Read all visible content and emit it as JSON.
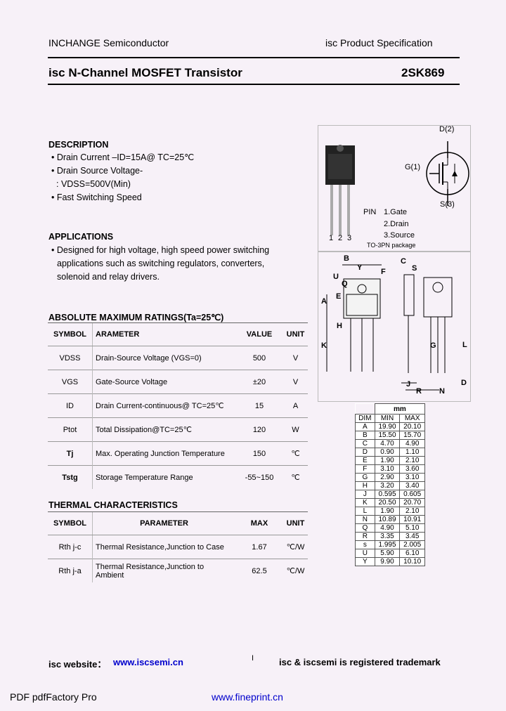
{
  "header": {
    "company": "INCHANGE Semiconductor",
    "spec": "isc Product Specification",
    "title": "isc N-Channel MOSFET Transistor",
    "part": "2SK869"
  },
  "description": {
    "heading": "DESCRIPTION",
    "items": [
      "• Drain Current –ID=15A@ TC=25℃",
      "• Drain Source Voltage-",
      ": VDSS=500V(Min)",
      "• Fast Switching Speed"
    ]
  },
  "applications": {
    "heading": "APPLICATIONS",
    "lines": [
      "• Designed for high voltage, high speed power switching",
      "applications such as switching regulators, converters,",
      "solenoid and relay drivers."
    ]
  },
  "package": {
    "pins": [
      "1",
      "2",
      "3"
    ],
    "pin_label": "PIN",
    "pin_list": [
      "1.Gate",
      "2.Drain",
      "3.Source"
    ],
    "package_name": "TO-3PN package",
    "schematic": {
      "drain": "D(2)",
      "gate": "G(1)",
      "source": "S(3)"
    },
    "drawing_labels": [
      "B",
      "Y",
      "F",
      "C",
      "S",
      "U",
      "Q",
      "E",
      "A",
      "H",
      "K",
      "G",
      "L",
      "J",
      "R",
      "N",
      "D"
    ]
  },
  "abs_max": {
    "heading": "ABSOLUTE MAXIMUM RATINGS(Ta=25℃)",
    "columns": [
      "SYMBOL",
      "ARAMETER",
      "VALUE",
      "UNIT"
    ],
    "rows": [
      {
        "symbol": "VDSS",
        "parameter": "Drain-Source Voltage (VGS=0)",
        "value": "500",
        "unit": "V"
      },
      {
        "symbol": "VGS",
        "parameter": "Gate-Source Voltage",
        "value": "±20",
        "unit": "V"
      },
      {
        "symbol": "ID",
        "parameter": "Drain Current-continuous@ TC=25℃",
        "value": "15",
        "unit": "A"
      },
      {
        "symbol": "Ptot",
        "parameter": "Total Dissipation@TC=25℃",
        "value": "120",
        "unit": "W"
      },
      {
        "symbol": "Tj",
        "parameter": "Max. Operating Junction Temperature",
        "value": "150",
        "unit": "℃"
      },
      {
        "symbol": "Tstg",
        "parameter": "Storage Temperature Range",
        "value": "-55~150",
        "unit": "℃"
      }
    ]
  },
  "thermal": {
    "heading": "THERMAL CHARACTERISTICS",
    "columns": [
      "SYMBOL",
      "PARAMETER",
      "MAX",
      "UNIT"
    ],
    "rows": [
      {
        "symbol": "Rth j-c",
        "parameter": "Thermal Resistance,Junction to Case",
        "value": "1.67",
        "unit": "℃/W"
      },
      {
        "symbol": "Rth j-a",
        "parameter": "Thermal Resistance,Junction to Ambient",
        "value": "62.5",
        "unit": "℃/W"
      }
    ]
  },
  "dimensions": {
    "unit": "mm",
    "columns": [
      "DIM",
      "MIN",
      "MAX"
    ],
    "rows": [
      [
        "A",
        "19.90",
        "20.10"
      ],
      [
        "B",
        "15.50",
        "15.70"
      ],
      [
        "C",
        "4.70",
        "4.90"
      ],
      [
        "D",
        "0.90",
        "1.10"
      ],
      [
        "E",
        "1.90",
        "2.10"
      ],
      [
        "F",
        "3.10",
        "3.60"
      ],
      [
        "G",
        "2.90",
        "3.10"
      ],
      [
        "H",
        "3.20",
        "3.40"
      ],
      [
        "J",
        "0.595",
        "0.605"
      ],
      [
        "K",
        "20.50",
        "20.70"
      ],
      [
        "L",
        "1.90",
        "2.10"
      ],
      [
        "N",
        "10.89",
        "10.91"
      ],
      [
        "Q",
        "4.90",
        "5.10"
      ],
      [
        "R",
        "3.35",
        "3.45"
      ],
      [
        "s",
        "1.995",
        "2.005"
      ],
      [
        "U",
        "5.90",
        "6.10"
      ],
      [
        "Y",
        "9.90",
        "10.10"
      ]
    ]
  },
  "footer": {
    "website_label": "isc website：",
    "website_url": "www.iscsemi.cn",
    "divider": "I",
    "trademark": "isc & iscsemi is registered trademark",
    "pdf_label": "PDF   pdfFactory Pro",
    "pdf_url": "www.fineprint.cn"
  }
}
